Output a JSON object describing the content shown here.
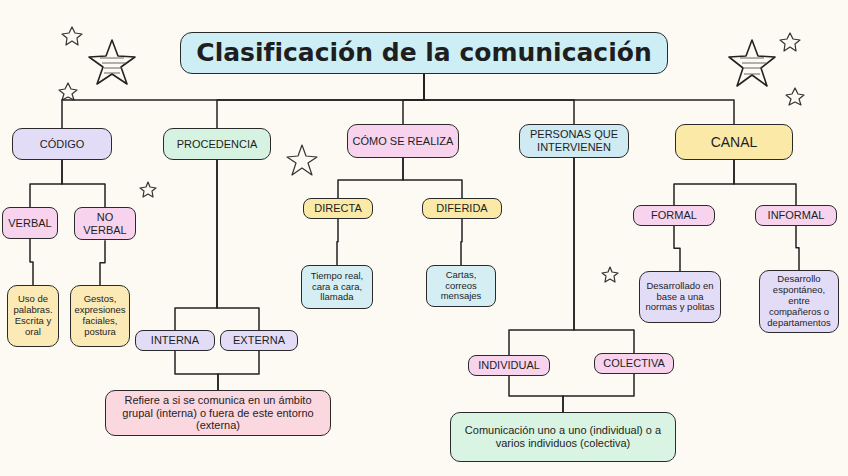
{
  "diagram": {
    "nodes": [
      {
        "text": [
          "Clasificación de la comunicación"
        ]
      },
      {
        "text": [
          "CÓDIGO"
        ]
      },
      {
        "text": [
          "PROCEDENCIA"
        ]
      },
      {
        "text": [
          "CÓMO SE REALIZA"
        ]
      },
      {
        "text": [
          "PERSONAS QUE INTERVIENEN"
        ]
      },
      {
        "text": [
          "CANAL"
        ]
      },
      {
        "text": [
          "VERBAL"
        ]
      },
      {
        "text": [
          "NO VERBAL"
        ]
      },
      {
        "text": [
          "DIRECTA"
        ]
      },
      {
        "text": [
          "DIFERIDA"
        ]
      },
      {
        "text": [
          "FORMAL"
        ]
      },
      {
        "text": [
          "INFORMAL"
        ]
      },
      {
        "text": [
          "Uso de palabras. Escrita y oral"
        ]
      },
      {
        "text": [
          "Gestos, expresiones faciales, postura"
        ]
      },
      {
        "text": [
          "Tiempo real, cara a cara, llamada"
        ]
      },
      {
        "text": [
          "Cartas, correos mensajes"
        ]
      },
      {
        "text": [
          "Desarrollado en base a una normas y politas"
        ]
      },
      {
        "text": [
          "Desarrollo espontáneo, entre compañeros o departamentos"
        ]
      },
      {
        "text": [
          "INTERNA"
        ]
      },
      {
        "text": [
          "EXTERNA"
        ]
      },
      {
        "text": [
          "INDIVIDUAL"
        ]
      },
      {
        "text": [
          "COLECTIVA"
        ]
      },
      {
        "text": [
          "Refiere a si se comunica en un ámbito grupal (interna) o fuera de este entorno (externa)"
        ]
      },
      {
        "text": [
          "Comunicación uno a uno (individual) o a varios individuos (colectiva)"
        ]
      }
    ],
    "edges": [
      {
        "from": 0,
        "to": 1,
        "arrow": "none"
      },
      {
        "from": 0,
        "to": 2,
        "arrow": "none"
      },
      {
        "from": 0,
        "to": 3,
        "arrow": "none"
      },
      {
        "from": 0,
        "to": 4,
        "arrow": "none"
      },
      {
        "from": 0,
        "to": 5,
        "arrow": "none"
      },
      {
        "from": 1,
        "to": 6,
        "arrow": "none"
      },
      {
        "from": 1,
        "to": 7,
        "arrow": "none"
      },
      {
        "from": 3,
        "to": 8,
        "arrow": "none"
      },
      {
        "from": 3,
        "to": 9,
        "arrow": "none"
      },
      {
        "from": 5,
        "to": 10,
        "arrow": "none"
      },
      {
        "from": 5,
        "to": 11,
        "arrow": "none"
      },
      {
        "from": 6,
        "to": 12,
        "arrow": "none"
      },
      {
        "from": 7,
        "to": 13,
        "arrow": "none"
      },
      {
        "from": 8,
        "to": 14,
        "arrow": "none"
      },
      {
        "from": 9,
        "to": 15,
        "arrow": "none"
      },
      {
        "from": 10,
        "to": 16,
        "arrow": "none"
      },
      {
        "from": 11,
        "to": 17,
        "arrow": "none"
      },
      {
        "from": 2,
        "to": 18,
        "arrow": "none"
      },
      {
        "from": 2,
        "to": 19,
        "arrow": "none"
      },
      {
        "from": 18,
        "to": 22,
        "arrow": "none"
      },
      {
        "from": 19,
        "to": 22,
        "arrow": "none"
      },
      {
        "from": 4,
        "to": 20,
        "arrow": "none"
      },
      {
        "from": 4,
        "to": 21,
        "arrow": "none"
      },
      {
        "from": 20,
        "to": 23,
        "arrow": "none"
      },
      {
        "from": 21,
        "to": 23,
        "arrow": "none"
      }
    ]
  }
}
